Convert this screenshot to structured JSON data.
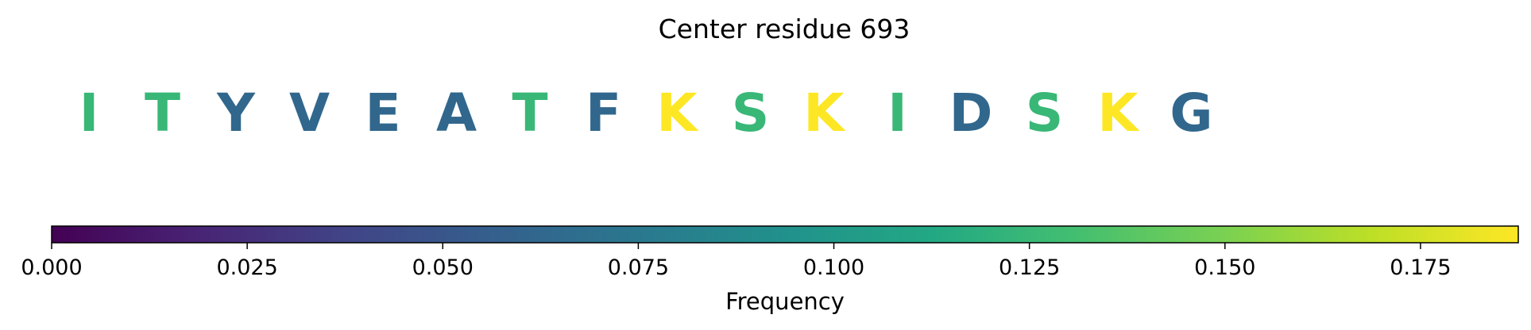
{
  "chart_data": {
    "type": "heatmap",
    "title": "Center residue 693",
    "sequence": [
      {
        "residue": "I",
        "value": 0.125
      },
      {
        "residue": "T",
        "value": 0.125
      },
      {
        "residue": "Y",
        "value": 0.0625
      },
      {
        "residue": "V",
        "value": 0.0625
      },
      {
        "residue": "E",
        "value": 0.0625
      },
      {
        "residue": "A",
        "value": 0.0625
      },
      {
        "residue": "T",
        "value": 0.125
      },
      {
        "residue": "F",
        "value": 0.0625
      },
      {
        "residue": "K",
        "value": 0.1875
      },
      {
        "residue": "S",
        "value": 0.125
      },
      {
        "residue": "K",
        "value": 0.1875
      },
      {
        "residue": "I",
        "value": 0.125
      },
      {
        "residue": "D",
        "value": 0.0625
      },
      {
        "residue": "S",
        "value": 0.125
      },
      {
        "residue": "K",
        "value": 0.1875
      },
      {
        "residue": "G",
        "value": 0.0625
      }
    ],
    "colorbar": {
      "label": "Frequency",
      "range": [
        0,
        0.1875
      ],
      "ticks": [
        0.0,
        0.025,
        0.05,
        0.075,
        0.1,
        0.125,
        0.15,
        0.175
      ],
      "tick_labels": [
        "0.000",
        "0.025",
        "0.050",
        "0.075",
        "0.100",
        "0.125",
        "0.150",
        "0.175"
      ],
      "colormap": "viridis"
    }
  },
  "colors": {
    "viridis": [
      "#440154",
      "#482475",
      "#414487",
      "#355f8d",
      "#2a788e",
      "#21918c",
      "#22a884",
      "#44bf70",
      "#7ad151",
      "#bddf26",
      "#fde725"
    ]
  }
}
